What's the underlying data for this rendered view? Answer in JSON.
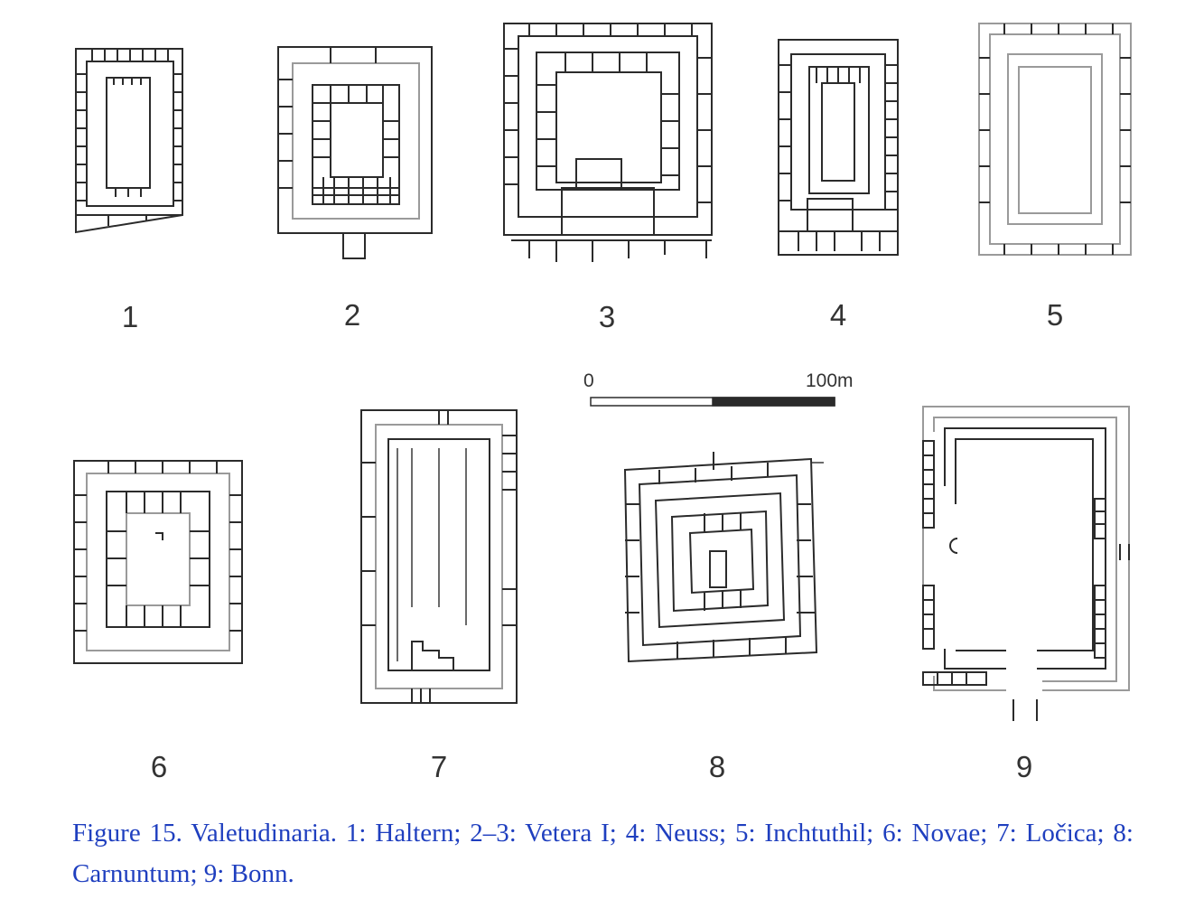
{
  "figure": {
    "plan_labels": [
      "1",
      "2",
      "3",
      "4",
      "5",
      "6",
      "7",
      "8",
      "9"
    ],
    "scale": {
      "start": "0",
      "end": "100m"
    },
    "caption": "Figure 15. Valetudinaria. 1: Haltern; 2–3: Vetera I; 4: Neuss; 5: Inchtuthil; 6: Novae; 7: Ločica; 8: Carnuntum; 9: Bonn."
  }
}
